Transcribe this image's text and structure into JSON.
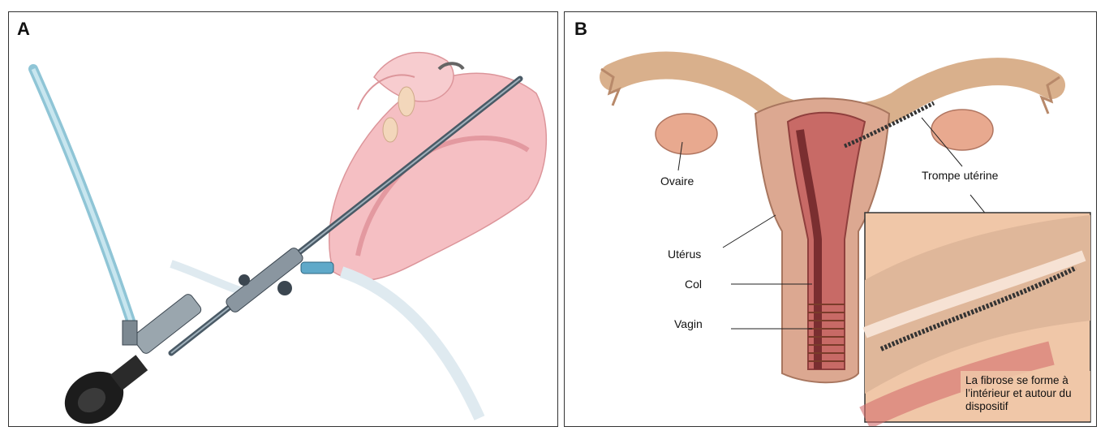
{
  "panel_a": {
    "label": "A"
  },
  "panel_b": {
    "label": "B",
    "labels": {
      "ovary": "Ovaire",
      "tube": "Trompe utérine",
      "uterus": "Utérus",
      "cervix": "Col",
      "vagina": "Vagin"
    },
    "inset": {
      "line1": "La fibrose se forme à",
      "line2": "l’intérieur et autour du",
      "line3": "dispositif"
    }
  }
}
